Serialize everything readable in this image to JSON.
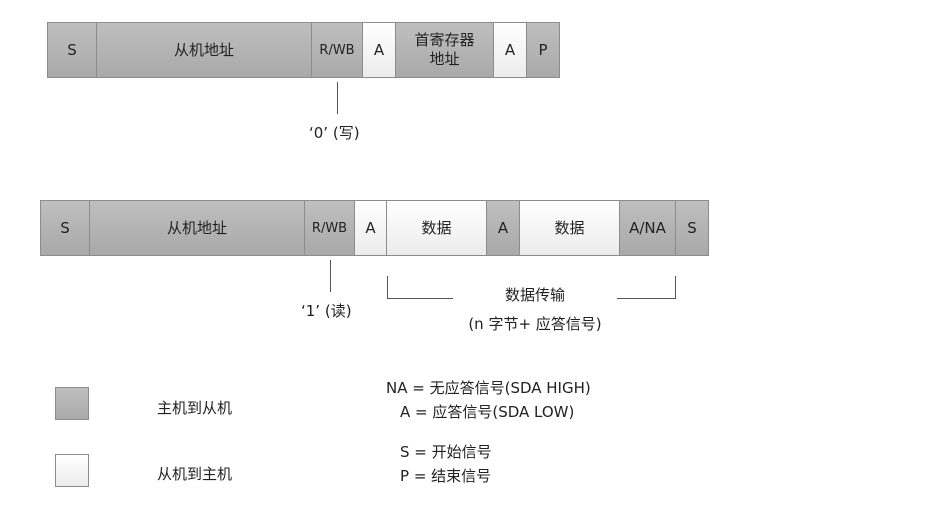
{
  "write_frame": {
    "cells": [
      "S",
      "从机地址",
      "R/WB",
      "A",
      "首寄存器\n地址",
      "A",
      "P"
    ],
    "rw_annotation": "‘0’ (写)"
  },
  "read_frame": {
    "cells": [
      "S",
      "从机地址",
      "R/WB",
      "A",
      "数据",
      "A",
      "数据",
      "A/NA",
      "S"
    ],
    "rw_annotation": "‘1’ (读)",
    "transfer_label": "数据传输",
    "transfer_sublabel": "(n 字节+ 应答信号)"
  },
  "legend": {
    "master_to_slave": "主机到从机",
    "slave_to_master": "从机到主机",
    "na_def": "NA = 无应答信号(SDA HIGH)",
    "a_def": "A = 应答信号(SDA LOW)",
    "s_def": "S = 开始信号",
    "p_def": "P = 结束信号"
  },
  "colors": {
    "master_fill": "#b3b3b3",
    "slave_fill": "#f5f5f5",
    "border": "#8c8c8c"
  }
}
